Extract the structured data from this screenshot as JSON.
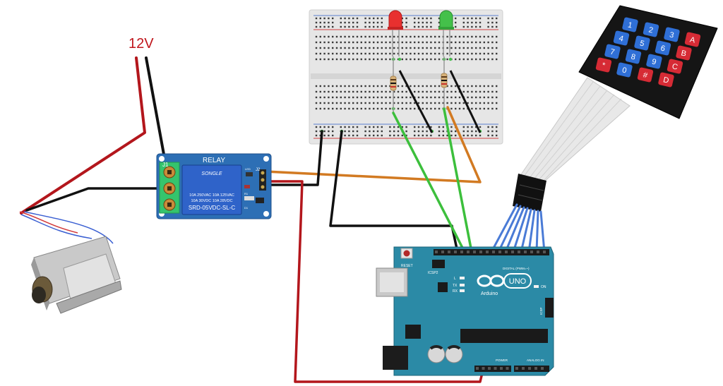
{
  "power": {
    "label": "12V"
  },
  "relay": {
    "title": "RELAY",
    "connector_left": "J1",
    "connector_right": "J2",
    "brand": "SONGLE",
    "spec1": "10A 250VAC  10A 125VAC",
    "spec2": "10A 30VDC   10A 28VDC",
    "model": "SRD-05VDC-SL-C",
    "led_label": "LED",
    "r1_label": "R1",
    "d1_label": "D1"
  },
  "arduino": {
    "reset_label": "RESET",
    "icsp2_label": "ICSP2",
    "logo_text": "UNO",
    "brand_text": "Arduino",
    "digital_label": "DIGITAL (PWM=~)",
    "on_label": "ON",
    "l_label": "L",
    "tx_label": "TX",
    "rx_label": "RX",
    "icsp_label": "ICSP",
    "power_label": "POWER",
    "analog_label": "ANALOG IN"
  },
  "keypad": {
    "keys": [
      "1",
      "2",
      "3",
      "A",
      "4",
      "5",
      "6",
      "B",
      "7",
      "8",
      "9",
      "C",
      "*",
      "0",
      "#",
      "D"
    ]
  },
  "colors": {
    "wire_red": "#b3161c",
    "wire_black": "#1a1a1a",
    "wire_orange": "#d27a22",
    "wire_green": "#3cbf3c",
    "wire_blue": "#4a7bd6",
    "arduino_board": "#2b8aa6",
    "relay_board": "#2d6fb5",
    "keypad_blue": "#2f6fd6",
    "keypad_red": "#d62b35"
  }
}
